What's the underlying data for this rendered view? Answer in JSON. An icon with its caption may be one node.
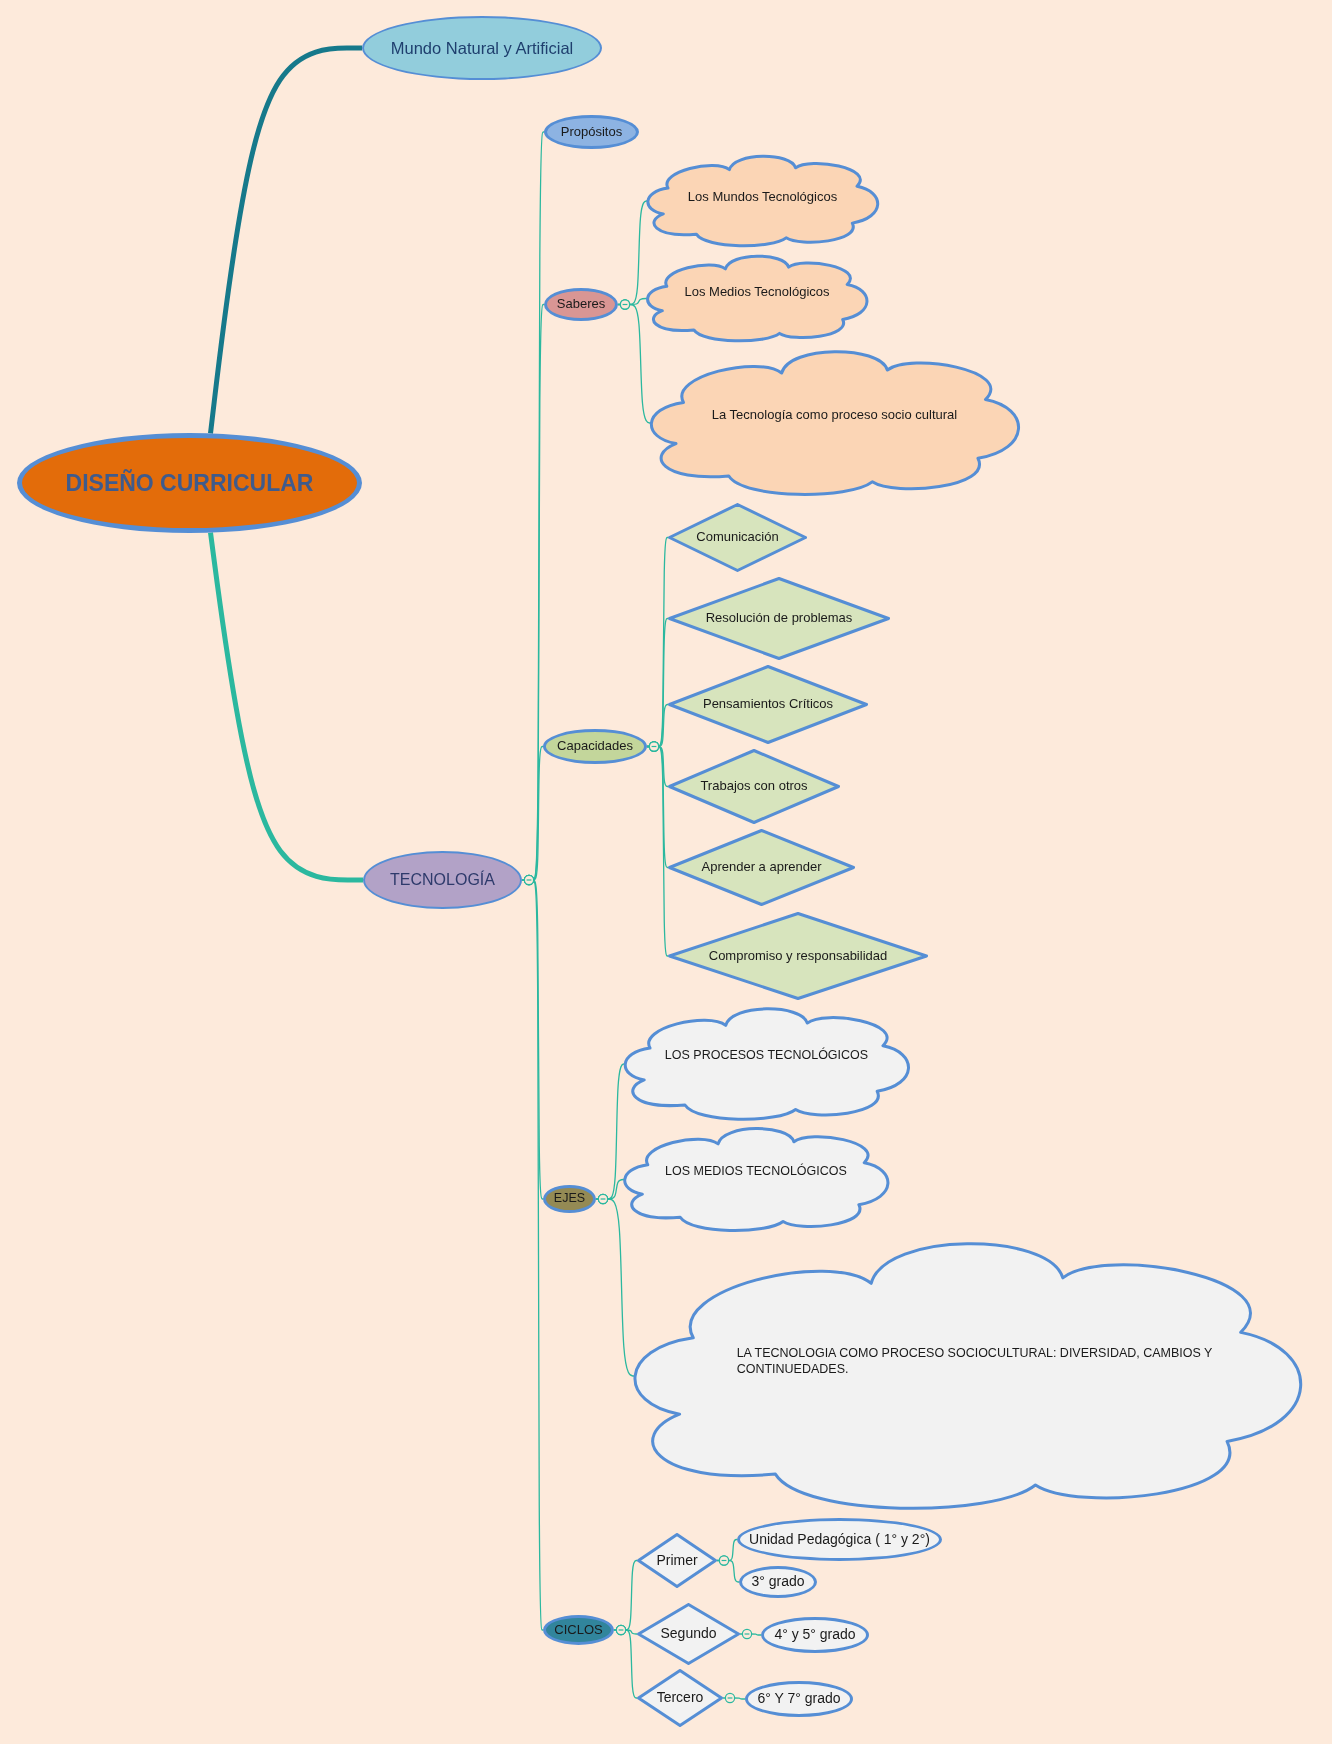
{
  "diagram": {
    "nodes": [
      {
        "text": [
          "DISEÑO CURRICULAR"
        ]
      },
      {
        "text": [
          "Mundo Natural y Artificial"
        ]
      },
      {
        "text": [
          "TECNOLOGÍA"
        ]
      },
      {
        "text": [
          "Propósitos"
        ]
      },
      {
        "text": [
          "Saberes"
        ]
      },
      {
        "text": [
          "Los Mundos Tecnológicos"
        ]
      },
      {
        "text": [
          "Los Medios Tecnológicos"
        ]
      },
      {
        "text": [
          "La Tecnología como proceso socio cultural"
        ]
      },
      {
        "text": [
          "Capacidades"
        ]
      },
      {
        "text": [
          "Comunicación"
        ]
      },
      {
        "text": [
          "Resolución de problemas"
        ]
      },
      {
        "text": [
          "Pensamientos Críticos"
        ]
      },
      {
        "text": [
          "Trabajos con otros"
        ]
      },
      {
        "text": [
          "Aprender a aprender"
        ]
      },
      {
        "text": [
          "Compromiso y responsabilidad"
        ]
      },
      {
        "text": [
          "EJES"
        ]
      },
      {
        "text": [
          "LOS PROCESOS TECNOLÓGICOS"
        ]
      },
      {
        "text": [
          "LOS MEDIOS TECNOLÓGICOS"
        ]
      },
      {
        "text": [
          "LA TECNOLOGIA COMO PROCESO SOCIOCULTURAL: DIVERSIDAD, CAMBIOS Y CONTINUEDADES."
        ]
      },
      {
        "text": [
          "CICLOS"
        ]
      },
      {
        "text": [
          "Primer"
        ]
      },
      {
        "text": [
          "Unidad Pedagógica ( 1° y 2°)"
        ]
      },
      {
        "text": [
          "3° grado"
        ]
      },
      {
        "text": [
          "Segundo"
        ]
      },
      {
        "text": [
          "4° y 5° grado"
        ]
      },
      {
        "text": [
          "Tercero"
        ]
      },
      {
        "text": [
          "6° Y 7° grado"
        ]
      }
    ],
    "edges": [
      {
        "from": 0,
        "to": 1,
        "arrow": "none",
        "style": "thick",
        "color": "#16798b"
      },
      {
        "from": 0,
        "to": 2,
        "arrow": "none",
        "style": "thick"
      },
      {
        "from": 2,
        "to": 3,
        "arrow": "other"
      },
      {
        "from": 2,
        "to": 4,
        "arrow": "other"
      },
      {
        "from": 2,
        "to": 8,
        "arrow": "other"
      },
      {
        "from": 2,
        "to": 15,
        "arrow": "other"
      },
      {
        "from": 2,
        "to": 19,
        "arrow": "other"
      },
      {
        "from": 4,
        "to": 5,
        "arrow": "other"
      },
      {
        "from": 4,
        "to": 6,
        "arrow": "other"
      },
      {
        "from": 4,
        "to": 7,
        "arrow": "other"
      },
      {
        "from": 8,
        "to": 9,
        "arrow": "other"
      },
      {
        "from": 8,
        "to": 10,
        "arrow": "other"
      },
      {
        "from": 8,
        "to": 11,
        "arrow": "other"
      },
      {
        "from": 8,
        "to": 12,
        "arrow": "other"
      },
      {
        "from": 8,
        "to": 13,
        "arrow": "other"
      },
      {
        "from": 8,
        "to": 14,
        "arrow": "other"
      },
      {
        "from": 15,
        "to": 16,
        "arrow": "other"
      },
      {
        "from": 15,
        "to": 17,
        "arrow": "other"
      },
      {
        "from": 15,
        "to": 18,
        "arrow": "other"
      },
      {
        "from": 19,
        "to": 20,
        "arrow": "other"
      },
      {
        "from": 19,
        "to": 23,
        "arrow": "other"
      },
      {
        "from": 19,
        "to": 25,
        "arrow": "other"
      },
      {
        "from": 20,
        "to": 21,
        "arrow": "other"
      },
      {
        "from": 20,
        "to": 22,
        "arrow": "other"
      },
      {
        "from": 23,
        "to": 24,
        "arrow": "other"
      },
      {
        "from": 25,
        "to": 26,
        "arrow": "other"
      }
    ]
  }
}
